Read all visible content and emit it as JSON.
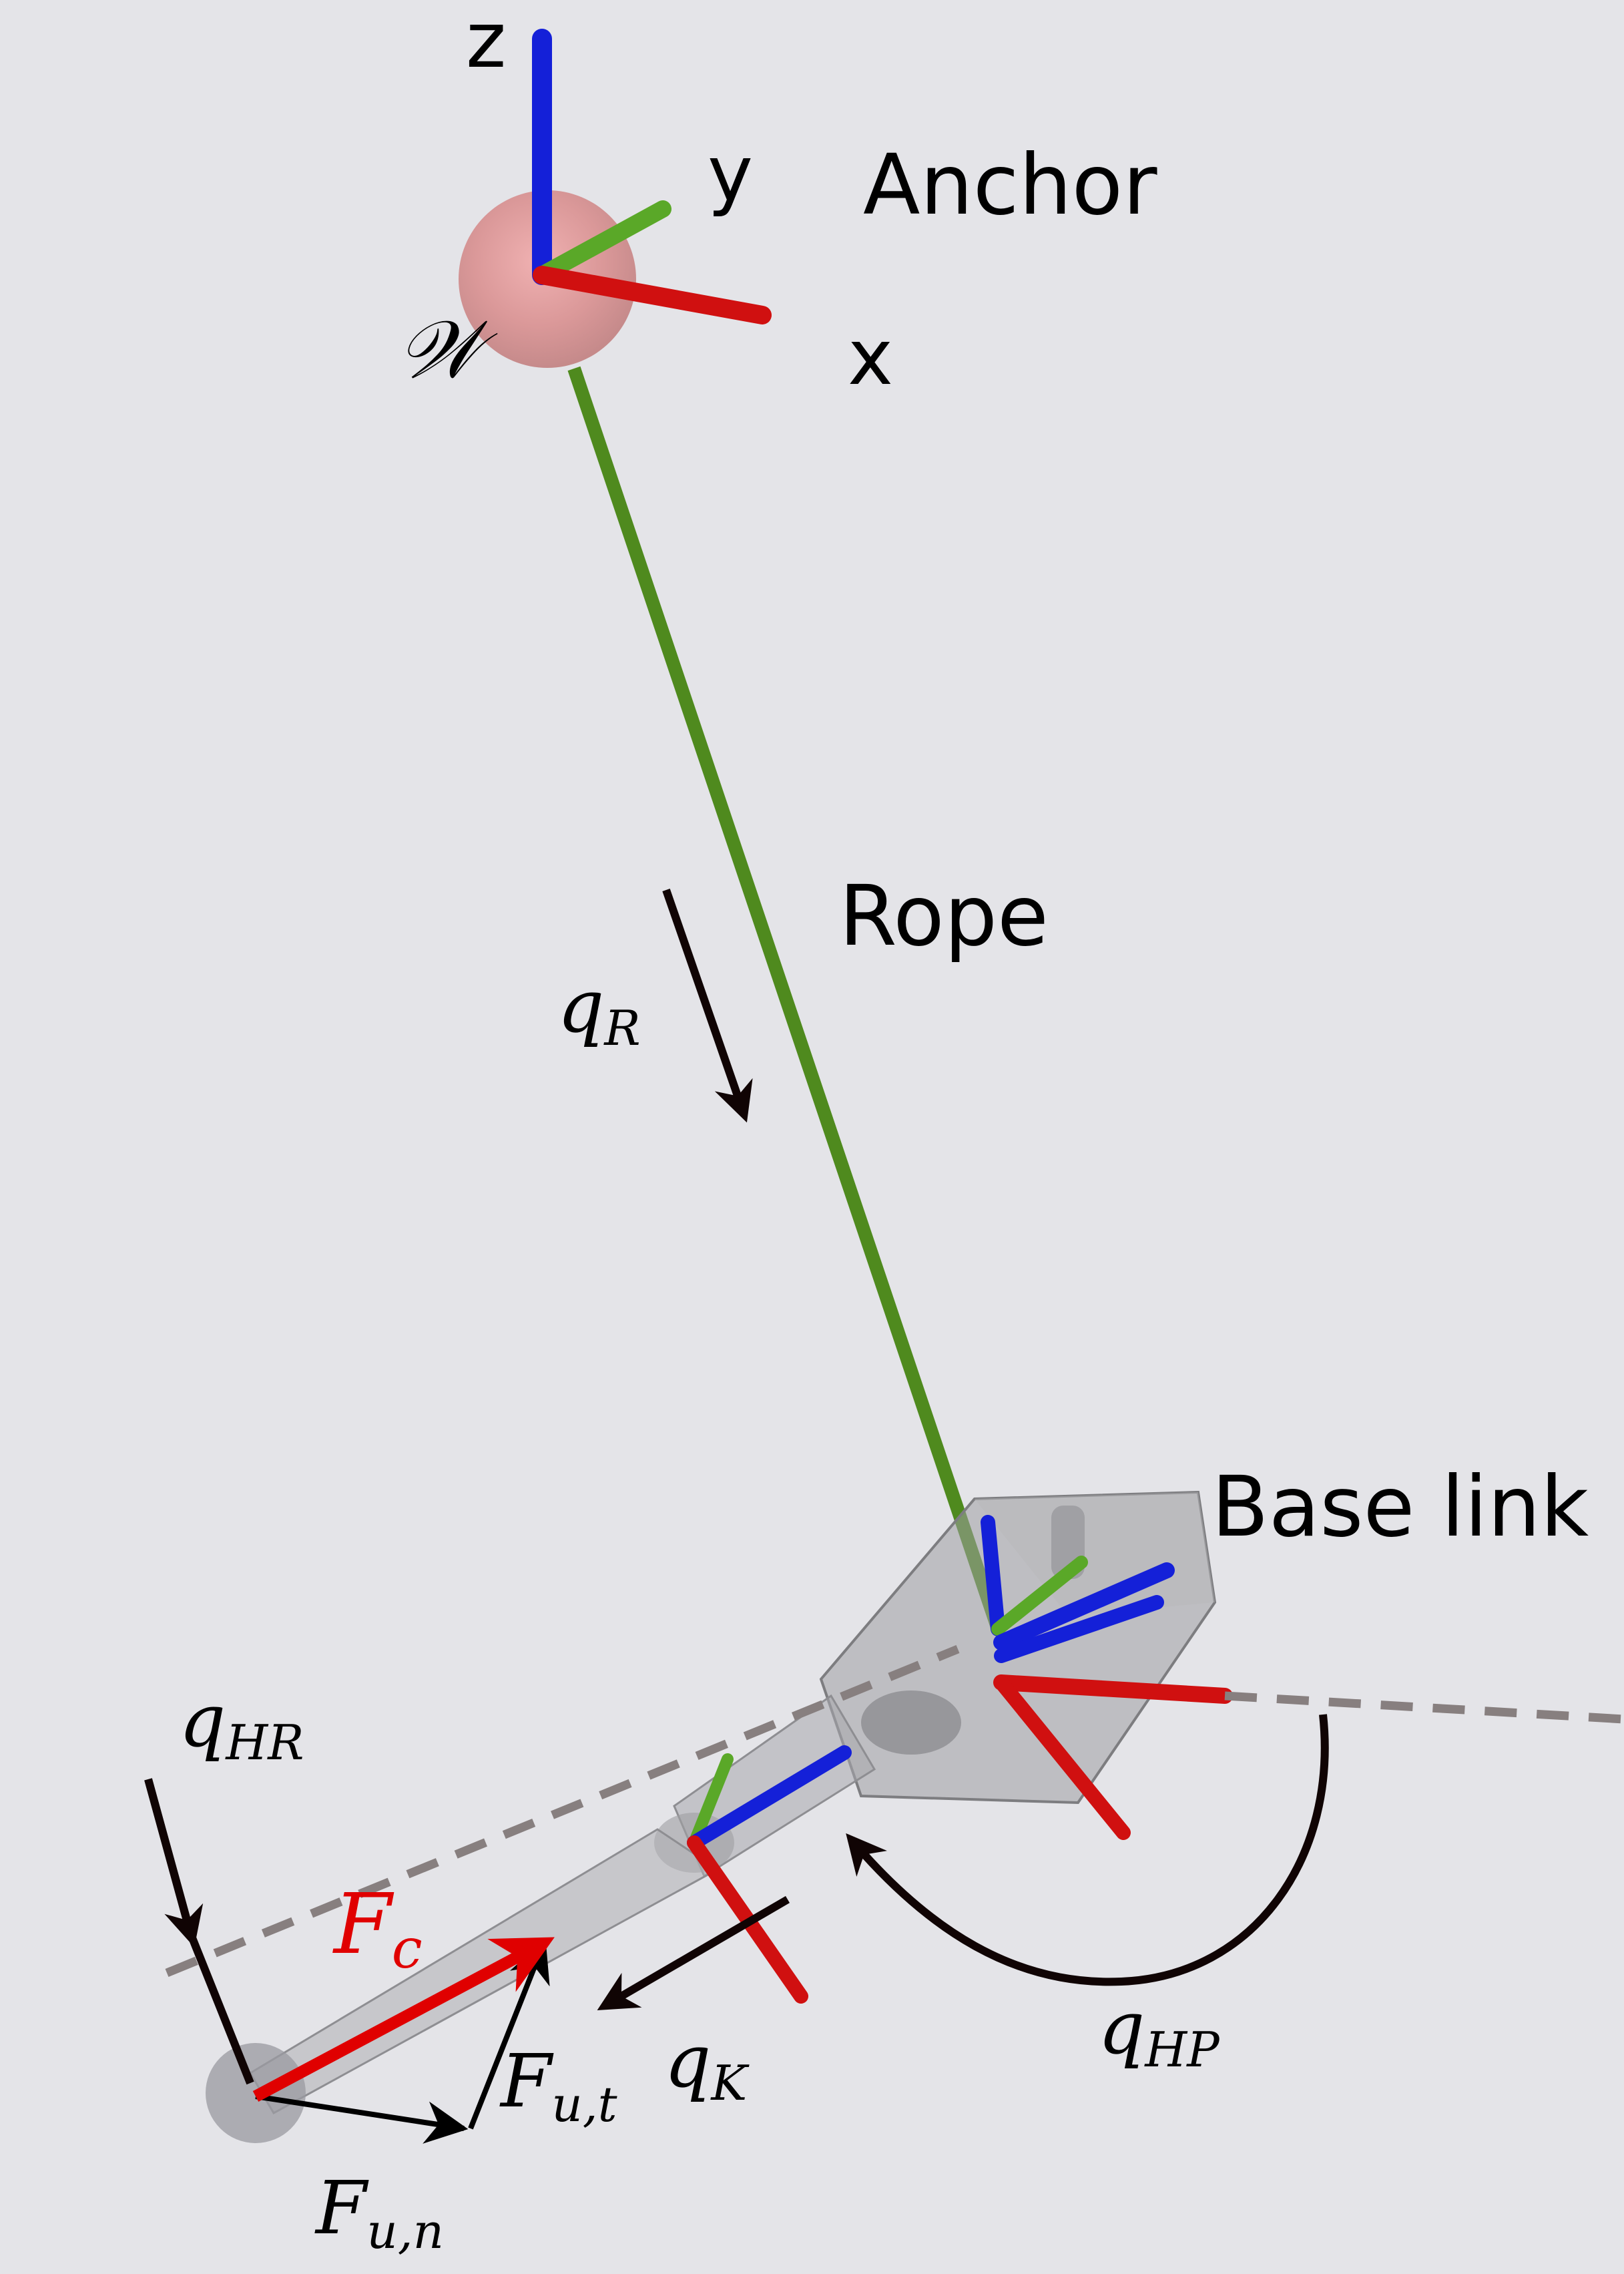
{
  "labels": {
    "axis_z": "z",
    "axis_y": "y",
    "axis_x": "x",
    "anchor": "Anchor",
    "world_frame": "𝒲",
    "rope": "Rope",
    "base_link": "Base link"
  },
  "math": {
    "q_R": {
      "base": "q",
      "sub": "R"
    },
    "q_HR": {
      "base": "q",
      "sub": "HR"
    },
    "q_HP": {
      "base": "q",
      "sub": "HP"
    },
    "q_K": {
      "base": "q",
      "sub": "K"
    },
    "F_c": {
      "base": "F",
      "sub": "c"
    },
    "F_ut": {
      "base": "F",
      "sub": "u,t"
    },
    "F_un": {
      "base": "F",
      "sub": "u,n"
    }
  },
  "colors": {
    "background": "#e4e4e8",
    "rope": "#4f8a1e",
    "axis_x": "#d01010",
    "axis_y": "#5aa828",
    "axis_z": "#1420d8",
    "contact_force": "#e00000",
    "annotation": "#100404",
    "dashed_line": "#877f7f"
  }
}
